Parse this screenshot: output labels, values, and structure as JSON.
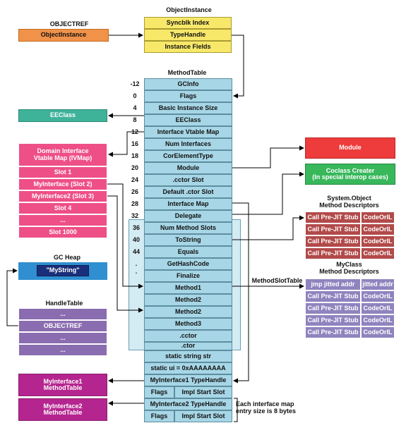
{
  "titles": {
    "objectref": "OBJECTREF",
    "object_instance": "ObjectInstance",
    "method_table": "MethodTable",
    "gc_heap": "GC Heap",
    "handle_table": "HandleTable",
    "system_object_descriptors": "System.Object\nMethod Descriptors",
    "myclass_descriptors": "MyClass\nMethod Descriptors",
    "method_slot_table": "MethodSlotTable",
    "interface_note": "Each interface map\nentry size is 8 bytes"
  },
  "objectref_box": "ObjectInstance",
  "object_instance_rows": [
    "Syncblk Index",
    "TypeHandle",
    "Instance Fields"
  ],
  "eeclass_box": "EEClass",
  "ivmap": {
    "header": "Domain Interface\nVtable Map (IVMap)",
    "rows": [
      "Slot 1",
      "MyInterface (Slot 2)",
      "MyInterface2 (Slot 3)",
      "Slot 4",
      "...",
      "Slot 1000"
    ]
  },
  "gc_heap_value": "\"MyString\"",
  "handle_table_rows": [
    "...",
    "OBJECTREF",
    "...",
    "..."
  ],
  "module_box": "Module",
  "coclass_box": "Coclass Creater\n(In special interop cases)",
  "method_table_rows": [
    {
      "offset": "-12",
      "label": "GCInfo"
    },
    {
      "offset": "0",
      "label": "Flags"
    },
    {
      "offset": "4",
      "label": "Basic Instance Size"
    },
    {
      "offset": "8",
      "label": "EEClass"
    },
    {
      "offset": "12",
      "label": "Interface Vtable Map"
    },
    {
      "offset": "16",
      "label": "Num Interfaces"
    },
    {
      "offset": "18",
      "label": "CorElementType"
    },
    {
      "offset": "20",
      "label": "Module"
    },
    {
      "offset": "24",
      "label": ".cctor Slot"
    },
    {
      "offset": "26",
      "label": "Default .ctor Slot"
    },
    {
      "offset": "28",
      "label": "Interface Map"
    },
    {
      "offset": "32",
      "label": "Delegate"
    }
  ],
  "slot_rows": [
    {
      "offset": "36",
      "label": "Num Method Slots"
    },
    {
      "offset": "40",
      "label": "ToString"
    },
    {
      "offset": "44",
      "label": "Equals"
    },
    {
      "offset": ".",
      "label": "GetHashCode"
    },
    {
      "offset": ".",
      "label": "Finalize"
    },
    {
      "offset": "",
      "label": "Method1"
    },
    {
      "offset": "",
      "label": "Method2"
    },
    {
      "offset": "",
      "label": "Method2"
    },
    {
      "offset": "",
      "label": "Method3"
    },
    {
      "offset": "",
      "label": ".cctor"
    },
    {
      "offset": "",
      "label": ".ctor"
    }
  ],
  "tail_rows": [
    "static string str",
    "static ui = 0xAAAAAAAA"
  ],
  "interface_map_entries": [
    {
      "type_handle": "MyInterface1 TypeHandle",
      "flags": "Flags",
      "impl": "Impl Start Slot"
    },
    {
      "type_handle": "MyInterface2 TypeHandle",
      "flags": "Flags",
      "impl": "Impl Start Slot"
    }
  ],
  "interface_method_tables": [
    "MyInterface1\nMethodTable",
    "MyInterface2\nMethodTable"
  ],
  "system_object_md_rows": [
    [
      "Call Pre-JIT Stub",
      "CodeOrIL"
    ],
    [
      "Call Pre-JIT Stub",
      "CodeOrIL"
    ],
    [
      "Call Pre-JIT Stub",
      "CodeOrIL"
    ],
    [
      "Call Pre-JIT Stub",
      "CodeOrIL"
    ]
  ],
  "myclass_md_rows": [
    [
      "jmp jitted addr",
      "jitted addr"
    ],
    [
      "Call Pre-JIT Stub",
      "CodeOrIL"
    ],
    [
      "Call Pre-JIT Stub",
      "CodeOrIL"
    ],
    [
      "Call Pre-JIT Stub",
      "CodeOrIL"
    ],
    [
      "Call Pre-JIT Stub",
      "CodeOrIL"
    ]
  ],
  "colors": {
    "objectref": "#f0924a",
    "object_instance": "#f8e86a",
    "method_table": "#a7d6e6",
    "eeclass": "#3fb29a",
    "ivmap": "#ee4f86",
    "module": "#ee3b3b",
    "coclass": "#38b75b",
    "system_object_md": "#b24a4a",
    "myclass_md": "#8f84be",
    "handle_table": "#8a6cb0",
    "interface_mt": "#b5258f",
    "gc_heap": "#2f8fd0"
  }
}
